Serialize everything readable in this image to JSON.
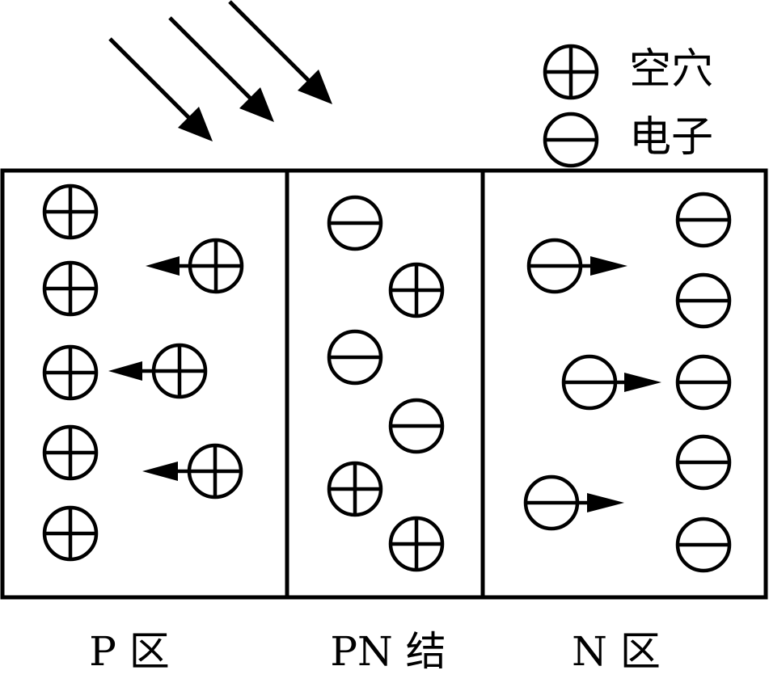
{
  "legend": {
    "hole_label": "空穴",
    "electron_label": "电子",
    "hole_icon": "circle-plus-icon",
    "electron_icon": "circle-minus-icon"
  },
  "regions": {
    "p_label": "P 区",
    "pn_label": "PN 结",
    "n_label": "N 区"
  },
  "light": {
    "icon": "incident-light-arrow-icon",
    "arrow_count": 3
  },
  "counts": {
    "p_region_holes": 8,
    "pn_junction_holes": 3,
    "pn_junction_electrons": 3,
    "n_region_electrons": 8
  },
  "colors": {
    "stroke": "#000000",
    "background": "#ffffff"
  }
}
